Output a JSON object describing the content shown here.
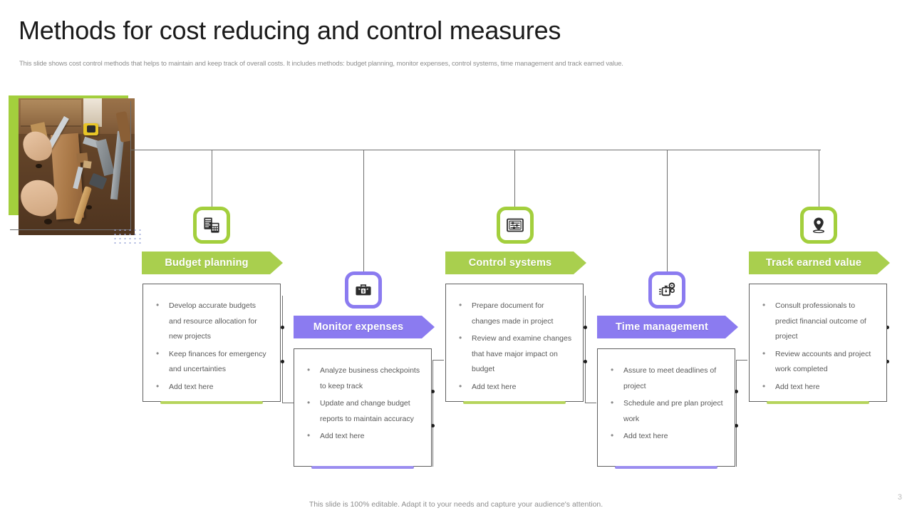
{
  "slide": {
    "title": "Methods for cost reducing and control measures",
    "subtitle": "This slide shows cost control methods that helps to maintain and keep track of overall costs. It includes methods: budget planning, monitor expenses, control systems, time management and track earned value.",
    "footer_note": "This slide is 100% editable. Adapt it to your needs and capture your audience's attention.",
    "page_number": "3"
  },
  "photo": {
    "name": "workbench-woodworking-photo",
    "alt": "Hands working with wood plank and hand tools on a workbench"
  },
  "colors": {
    "green": "#a9cf4e",
    "green_border": "#a3cf3d",
    "green_bar": "#b6d45c",
    "purple": "#8b7bf0",
    "purple_bar": "#9b8df0",
    "line": "#6f6f6f",
    "body_text": "#595959",
    "title_text": "#1b1b1b",
    "muted_text": "#8d8d8d",
    "dots": "#9aa6d8"
  },
  "nodes": [
    {
      "id": "budget-planning",
      "label": "Budget planning",
      "icon": "budget-document-calculator-icon",
      "theme": "green",
      "bullets": [
        "Develop accurate budgets and resource allocation for new projects",
        "Keep finances for emergency and uncertainties",
        "Add text here"
      ]
    },
    {
      "id": "monitor-expenses",
      "label": "Monitor expenses",
      "icon": "briefcase-dollar-icon",
      "theme": "purple",
      "bullets": [
        "Analyze business checkpoints to keep track",
        "Update and change budget reports to maintain accuracy",
        "Add text here"
      ]
    },
    {
      "id": "control-systems",
      "label": "Control systems",
      "icon": "control-sliders-panel-icon",
      "theme": "green",
      "bullets": [
        "Prepare document for changes made in project",
        "Review and examine changes that have major impact on budget",
        "Add text here"
      ]
    },
    {
      "id": "time-management",
      "label": "Time management",
      "icon": "stopwatch-gears-icon",
      "theme": "purple",
      "bullets": [
        "Assure to meet deadlines of project",
        "Schedule and pre plan project work",
        "Add text here"
      ]
    },
    {
      "id": "track-earned-value",
      "label": "Track earned value",
      "icon": "location-pin-icon",
      "theme": "green",
      "bullets": [
        "Consult professionals to predict financial outcome of project",
        "Review accounts and project work completed",
        "Add text here"
      ]
    }
  ]
}
